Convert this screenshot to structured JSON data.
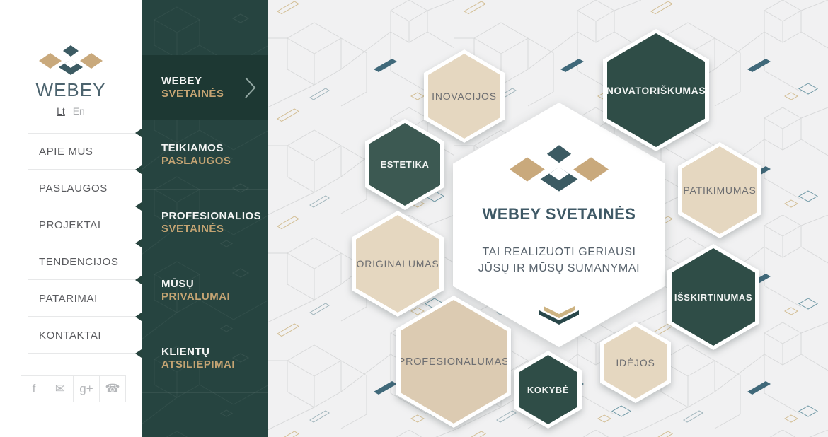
{
  "brand": {
    "name": "WEBEY"
  },
  "language": {
    "current": "Lt",
    "other": "En"
  },
  "nav": {
    "items": [
      "APIE MUS",
      "PASLAUGOS",
      "PROJEKTAI",
      "TENDENCIJOS",
      "PATARIMAI",
      "KONTAKTAI"
    ]
  },
  "social": {
    "facebook": "f",
    "email": "✉",
    "google_plus": "g+",
    "phone": "☎"
  },
  "submenu": {
    "items": [
      {
        "line1": "WEBEY",
        "line2": "SVETAINĖS"
      },
      {
        "line1": "TEIKIAMOS",
        "line2": "PASLAUGOS"
      },
      {
        "line1": "PROFESIONALIOS",
        "line2": "SVETAINĖS"
      },
      {
        "line1": "MŪSŲ",
        "line2": "PRIVALUMAI"
      },
      {
        "line1": "KLIENTŲ",
        "line2": "ATSILIEPIMAI"
      }
    ]
  },
  "hero": {
    "title": "WEBEY SVETAINĖS",
    "subtitle_line1": "TAI REALIZUOTI GERIAUSI",
    "subtitle_line2": "JŪSŲ IR MŪSŲ SUMANYMAI"
  },
  "hexagons": [
    {
      "label": "INOVACIJOS",
      "variant": "beige"
    },
    {
      "label": "NOVATORIŠKUMAS",
      "variant": "dark"
    },
    {
      "label": "ESTETIKA",
      "variant": "dark"
    },
    {
      "label": "PATIKIMUMAS",
      "variant": "beige"
    },
    {
      "label": "ORIGINALUMAS",
      "variant": "beige"
    },
    {
      "label": "IŠSKIRTINUMAS",
      "variant": "dark"
    },
    {
      "label": "PROFESIONALUMAS",
      "variant": "beige"
    },
    {
      "label": "KOKYBĖ",
      "variant": "dark"
    },
    {
      "label": "IDĖJOS",
      "variant": "beige"
    }
  ],
  "colors": {
    "accent_beige": "#c9a97c",
    "hex_beige": "#e5d7c0",
    "hex_dark": "#2f4d47",
    "sidebar_dark": "#264440",
    "sidebar_active": "#1d3833",
    "logo_dark": "#3c5b63",
    "title_text": "#3f5966"
  }
}
